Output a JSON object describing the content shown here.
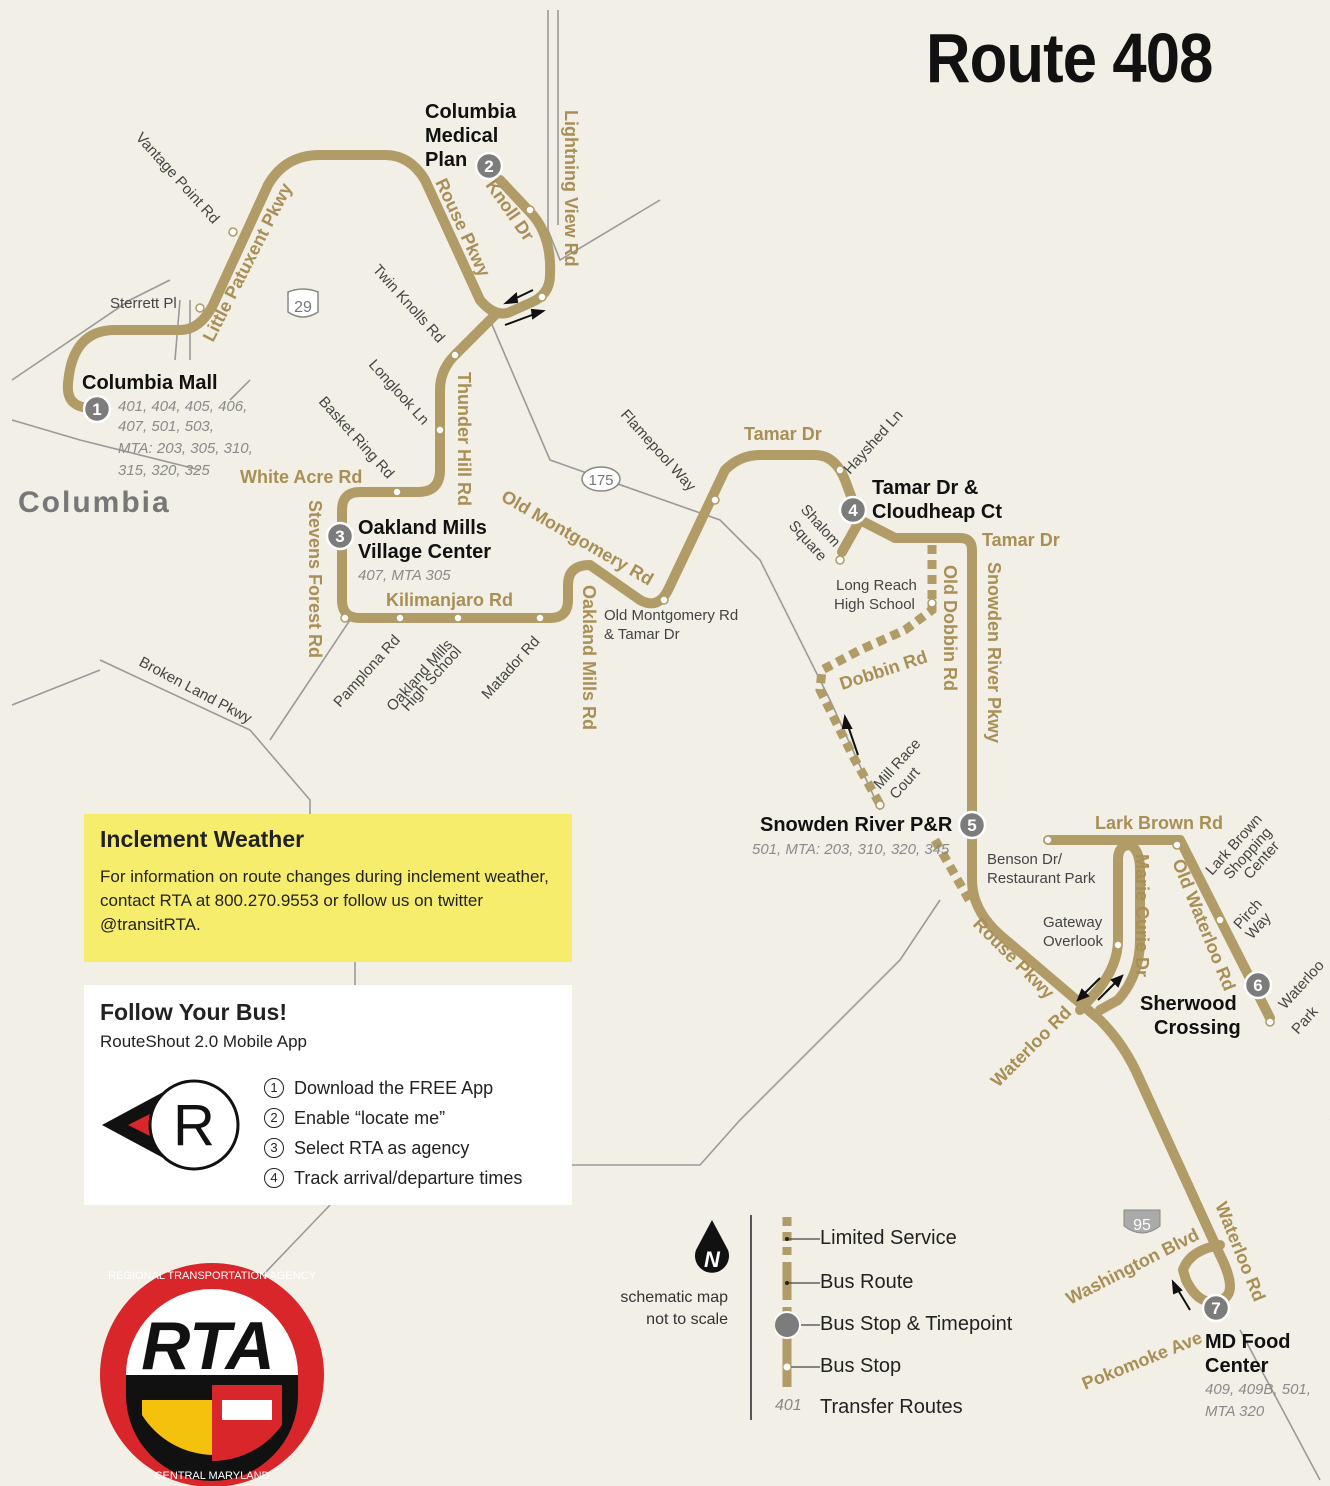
{
  "title": "Route 408",
  "city": "Columbia",
  "highways": [
    "29",
    "175",
    "95"
  ],
  "stops": [
    {
      "num": "1",
      "name": [
        "Columbia Mall"
      ],
      "transfers": [
        "401, 404, 405, 406,",
        "407, 501, 503,",
        "MTA: 203, 305, 310,",
        "315, 320, 325"
      ]
    },
    {
      "num": "2",
      "name": [
        "Columbia",
        "Medical",
        "Plan"
      ],
      "transfers": []
    },
    {
      "num": "3",
      "name": [
        "Oakland Mills",
        "Village Center"
      ],
      "transfers": [
        "407, MTA 305"
      ]
    },
    {
      "num": "4",
      "name": [
        "Tamar Dr &",
        "Cloudheap Ct"
      ],
      "transfers": []
    },
    {
      "num": "5",
      "name": [
        "Snowden River P&R"
      ],
      "transfers": [
        "501, MTA: 203, 310, 320, 345"
      ]
    },
    {
      "num": "6",
      "name": [
        "Sherwood",
        "Crossing"
      ],
      "transfers": []
    },
    {
      "num": "7",
      "name": [
        "MD Food",
        "Center"
      ],
      "transfers": [
        "409, 409B, 501,",
        "MTA 320"
      ]
    }
  ],
  "route_roads": {
    "little_patuxent": "Little Patuxent Pkwy",
    "rouse_pkwy": "Rouse Pkwy",
    "knoll": "Knoll Dr",
    "lightning": "Lightning View Rd",
    "thunder_hill": "Thunder Hill Rd",
    "white_acre": "White Acre Rd",
    "stevens_forest": "Stevens Forest Rd",
    "kilimanjaro": "Kilimanjaro Rd",
    "oakland_mills": "Oakland Mills Rd",
    "old_montgomery": "Old Montgomery Rd",
    "tamar1": "Tamar Dr",
    "tamar2": "Tamar Dr",
    "old_dobbin": "Old Dobbin Rd",
    "dobbin": "Dobbin Rd",
    "snowden": "Snowden River Pkwy",
    "lark_brown": "Lark Brown Rd",
    "marie_curie": "Marie Curie Dr",
    "old_waterloo": "Old Waterloo Rd",
    "rouse_pkwy2": "Rouse Pkwy",
    "waterloo1": "Waterloo Rd",
    "waterloo2": "Waterloo Rd",
    "washington": "Washington Blvd",
    "pokomoke": "Pokomoke Ave"
  },
  "minor_labels": {
    "vantage": "Vantage Point Rd",
    "sterrett": "Sterrett Pl",
    "twin_knolls": "Twin Knolls Rd",
    "longlook": "Longlook Ln",
    "basket_ring": "Basket Ring Rd",
    "flamepool": "Flamepool Way",
    "hayshed": "Hayshed Ln",
    "shalom1": "Shalom",
    "shalom2": "Square",
    "long_reach1": "Long Reach",
    "long_reach2": "High School",
    "old_mont_tamar1": "Old Montgomery Rd",
    "old_mont_tamar2": "& Tamar Dr",
    "pamplona": "Pamplona Rd",
    "oakland_hs1": "Oakland Mills",
    "oakland_hs2": "High School",
    "matador": "Matador Rd",
    "broken_land": "Broken Land Pkwy",
    "mill_race1": "Mill Race",
    "mill_race2": "Court",
    "benson1": "Benson Dr/",
    "benson2": "Restaurant Park",
    "gateway1": "Gateway",
    "gateway2": "Overlook",
    "lark_shop1": "Lark Brown",
    "lark_shop2": "Shopping",
    "lark_shop3": "Center",
    "pirch1": "Pirch",
    "pirch2": "Way",
    "waterloo_park1": "Waterloo",
    "waterloo_park2": "Park"
  },
  "weather": {
    "heading": "Inclement Weather",
    "text": "For information on route changes during inclement weather, contact RTA at 800.270.9553 or follow us on twitter @transitRTA."
  },
  "app": {
    "heading": "Follow Your Bus!",
    "sub": "RouteShout 2.0 Mobile App",
    "logo_letter": "R",
    "steps": [
      {
        "n": "1",
        "text": "Download the FREE App"
      },
      {
        "n": "2",
        "text": "Enable “locate me”"
      },
      {
        "n": "3",
        "text": "Select RTA as agency"
      },
      {
        "n": "4",
        "text": "Track arrival/departure times"
      }
    ]
  },
  "north": {
    "letter": "N",
    "note1": "schematic map",
    "note2": "not to scale"
  },
  "legend": {
    "limited": "Limited Service",
    "route": "Bus Route",
    "timepoint": "Bus Stop & Timepoint",
    "stop": "Bus Stop",
    "transfer_example": "401",
    "transfer": "Transfer Routes"
  },
  "rta_logo": {
    "letters": "RTA",
    "ring_top": "REGIONAL TRANSPORTATION AGENCY",
    "ring_bottom": "CENTRAL MARYLAND"
  },
  "colors": {
    "route": "#b19b66",
    "timepoint": "#7c7c7c",
    "weather_box": "#f7ed6c",
    "background": "#f1efe6",
    "rta_red": "#d9262a"
  }
}
